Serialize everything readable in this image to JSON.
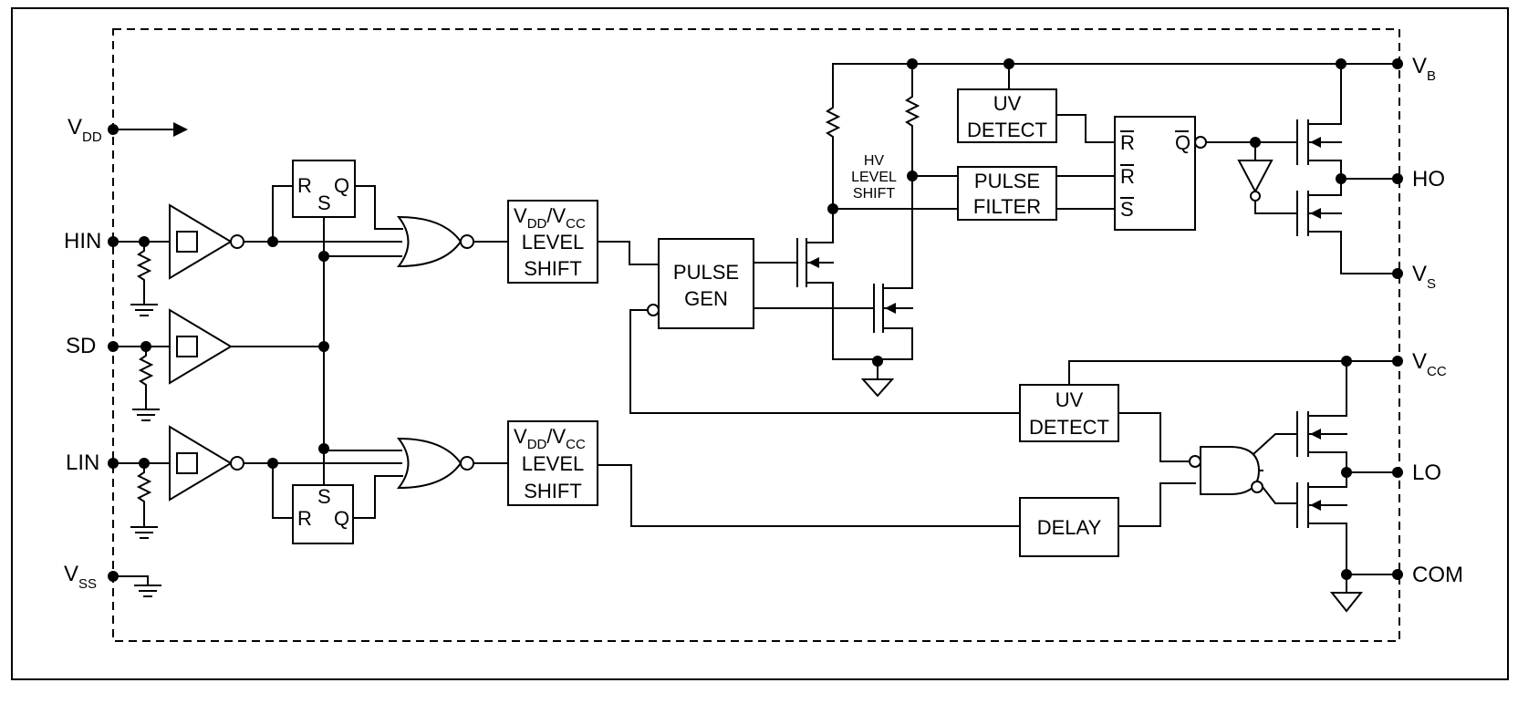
{
  "pins": {
    "vdd": {
      "main": "V",
      "sub": "DD"
    },
    "hin": "HIN",
    "sd": "SD",
    "lin": "LIN",
    "vss": {
      "main": "V",
      "sub": "SS"
    },
    "vb": {
      "main": "V",
      "sub": "B"
    },
    "ho": "HO",
    "vs": {
      "main": "V",
      "sub": "S"
    },
    "vcc": {
      "main": "V",
      "sub": "CC"
    },
    "lo": "LO",
    "com": "COM"
  },
  "blocks": {
    "rs_top": {
      "r": "R",
      "s": "S",
      "q": "Q"
    },
    "rs_bottom": {
      "r": "R",
      "s": "S",
      "q": "Q"
    },
    "level_shift_top": {
      "v1": "V",
      "s1": "DD",
      "slash": "/V",
      "s2": "CC",
      "line2": "LEVEL",
      "line3": "SHIFT"
    },
    "level_shift_bottom": {
      "v1": "V",
      "s1": "DD",
      "slash": "/V",
      "s2": "CC",
      "line2": "LEVEL",
      "line3": "SHIFT"
    },
    "pulse_gen": {
      "line1": "PULSE",
      "line2": "GEN"
    },
    "hv_level_shift": {
      "line1": "HV",
      "line2": "LEVEL",
      "line3": "SHIFT"
    },
    "uv_detect_top": {
      "line1": "UV",
      "line2": "DETECT"
    },
    "pulse_filter": {
      "line1": "PULSE",
      "line2": "FILTER"
    },
    "latch": {
      "r1": "R",
      "r2": "R",
      "s": "S",
      "q": "Q"
    },
    "uv_detect_bottom": {
      "line1": "UV",
      "line2": "DETECT"
    },
    "delay": "DELAY"
  }
}
